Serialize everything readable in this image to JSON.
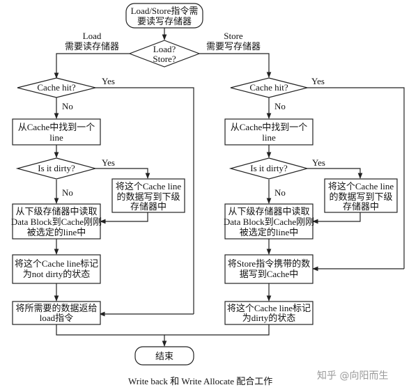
{
  "start": {
    "l1": "Load/Store指令需",
    "l2": "要读写存储器"
  },
  "main_decision": {
    "l1": "Load?",
    "l2": "Store?"
  },
  "branch_labels": {
    "load_l1": "Load",
    "load_l2": "需要读存储器",
    "store_l1": "Store",
    "store_l2": "需要写存储器"
  },
  "left": {
    "hit": "Cache hit?",
    "yes": "Yes",
    "no": "No",
    "find_l1": "从Cache中找到一个",
    "find_l2": "line",
    "dirty": "Is it dirty?",
    "dirty_yes": "Yes",
    "dirty_no": "No",
    "writeback_l1": "将这个Cache line",
    "writeback_l2": "的数据写到下级",
    "writeback_l3": "存储器中",
    "read_l1": "从下级存储器中读取",
    "read_l2": "Data Block到Cache刚刚",
    "read_l3": "被选定的line中",
    "mark_l1": "将这个Cache line标记",
    "mark_l2": "为not dirty的状态",
    "return_l1": "将所需要的数据返给",
    "return_l2": "load指令"
  },
  "right": {
    "hit": "Cache hit?",
    "yes": "Yes",
    "no": "No",
    "find_l1": "从Cache中找到一个",
    "find_l2": "line",
    "dirty": "Is it dirty?",
    "dirty_yes": "Yes",
    "dirty_no": "No",
    "writeback_l1": "将这个Cache line",
    "writeback_l2": "的数据写到下级",
    "writeback_l3": "存储器中",
    "read_l1": "从下级存储器中读取",
    "read_l2": "Data Block到Cache刚刚",
    "read_l3": "被选定的line中",
    "write_l1": "将Store指令携带的数",
    "write_l2": "据写到Cache中",
    "mark_l1": "将这个Cache line标记",
    "mark_l2": "为dirty的状态"
  },
  "end": "结束",
  "caption": "Write back 和 Write Allocate 配合工作",
  "watermark": "知乎 @向阳而生"
}
